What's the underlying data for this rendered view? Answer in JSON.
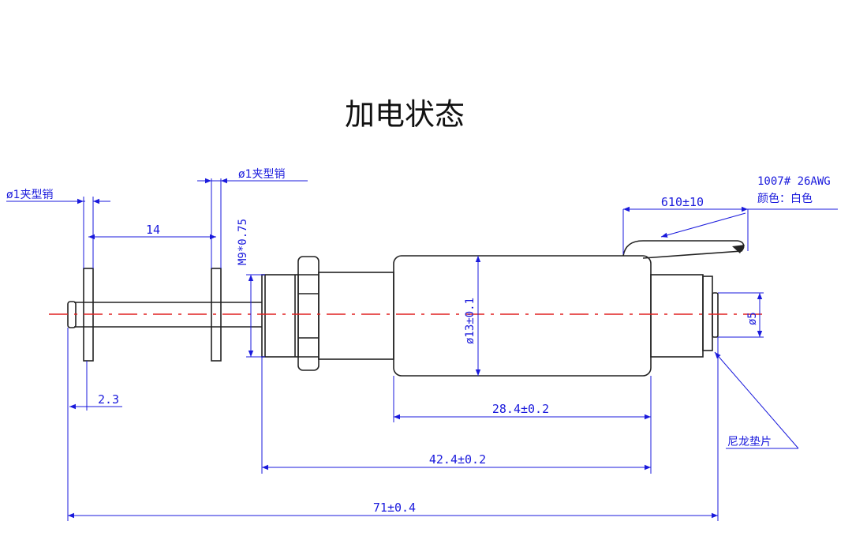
{
  "title": "加电状态",
  "colors": {
    "outline": "#222222",
    "dimension": "#1a1adc",
    "centerline": "#e02020"
  },
  "annotations": {
    "pin_left": "ø1夹型销",
    "pin_right": "ø1夹型销",
    "wire_spec": "1007# 26AWG",
    "wire_color": "颜色：白色",
    "nylon_washer": "尼龙垫片"
  },
  "dimensions": {
    "pin_spacing": "14",
    "thread": "M9*0.75",
    "wire_length": "610±10",
    "body_diameter": "ø13±0.1",
    "end_diameter": "ø5",
    "shaft_extension": "2.3",
    "body_length": "28.4±0.2",
    "case_length": "42.4±0.2",
    "overall_length": "71±0.4"
  }
}
